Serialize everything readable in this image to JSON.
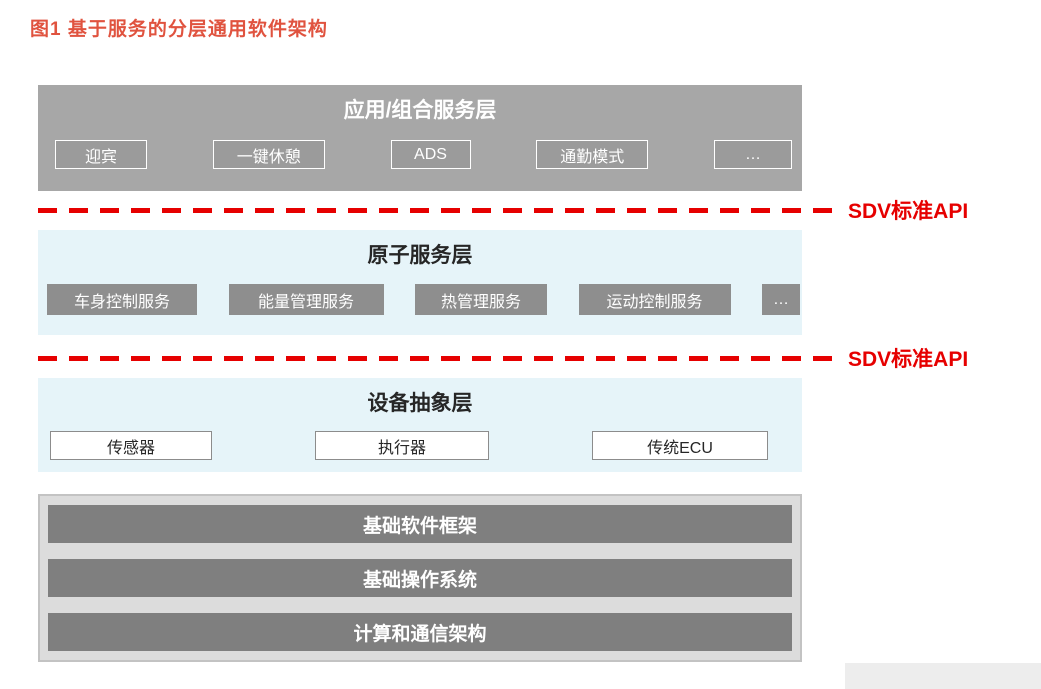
{
  "figure": {
    "title": "图1  基于服务的分层通用软件架构"
  },
  "layers": {
    "app": {
      "title": "应用/组合服务层",
      "items": [
        "迎宾",
        "一键休憩",
        "ADS",
        "通勤模式",
        "…"
      ]
    },
    "atomic": {
      "title": "原子服务层",
      "items": [
        "车身控制服务",
        "能量管理服务",
        "热管理服务",
        "运动控制服务",
        "…"
      ]
    },
    "device": {
      "title": "设备抽象层",
      "items": [
        "传感器",
        "执行器",
        "传统ECU"
      ]
    },
    "base": {
      "bars": [
        "基础软件框架",
        "基础操作系统",
        "计算和通信架构"
      ]
    }
  },
  "dividers": [
    {
      "label": "SDV标准API"
    },
    {
      "label": "SDV标准API"
    }
  ],
  "colors": {
    "figure_title_red": "#E0533F",
    "api_red": "#E60000",
    "app_layer_gray": "#A7A7A7",
    "app_chip_gray": "#9B9B9B",
    "service_layer_blue": "#E6F4F9",
    "service_chip_gray": "#8E8E8E",
    "base_container_gray": "#DCDCDC",
    "base_bar_gray": "#7F7F7F"
  }
}
